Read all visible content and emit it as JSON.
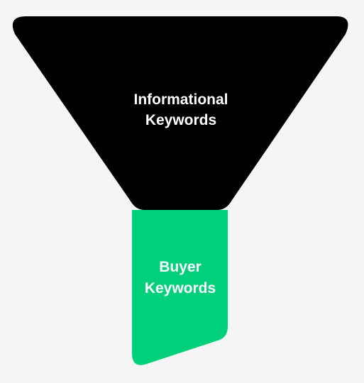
{
  "diagram": {
    "top_section": {
      "line1": "Informational",
      "line2": "Keywords",
      "color": "#000000"
    },
    "bottom_section": {
      "line1": "Buyer",
      "line2": "Keywords",
      "color": "#00cf7c"
    },
    "text_color": "#ffffff",
    "background_color": "#f5f5f5"
  }
}
